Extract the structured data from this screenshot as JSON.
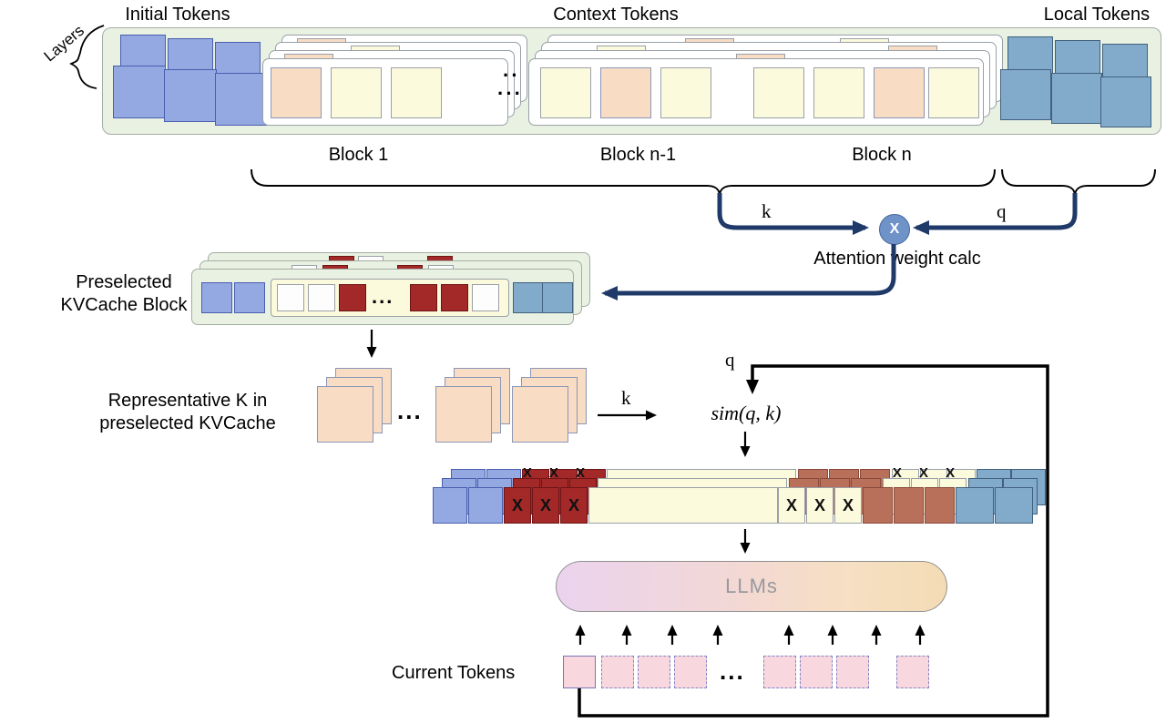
{
  "header": {
    "initial": "Initial Tokens",
    "context": "Context Tokens",
    "local": "Local Tokens",
    "layers": "Layers"
  },
  "blocks": {
    "b1": "Block 1",
    "bn_1": "Block n-1",
    "bn": "Block n"
  },
  "attention": {
    "k": "k",
    "q": "q",
    "x": "X",
    "caption": "Attention weight calc"
  },
  "preselected": {
    "line1": "Preselected",
    "line2": "KVCache Block",
    "ellipsis": "..."
  },
  "rep_k": {
    "line1": "Representative K in",
    "line2": "preselected KVCache",
    "ellipsis": "...",
    "k": "k"
  },
  "sim": {
    "q": "q",
    "expr": "sim(q, k)"
  },
  "marks": {
    "x": "X",
    "x_triplet": "X X X"
  },
  "llm": {
    "label": "LLMs"
  },
  "current": {
    "label": "Current Tokens",
    "ellipsis": "..."
  },
  "context_dots": {
    "top": "··",
    "bottom": "···"
  },
  "colors": {
    "periwinkle": "#94a8e2",
    "steel_blue": "#82aacb",
    "cream": "#fcfadc",
    "peach": "#f8dcc3",
    "container_green": "#e9f2e2",
    "maroon": "#a32828",
    "terracotta": "#b9705a",
    "navy_arrow": "#1f3968",
    "x_circle_blue": "#6f92c9",
    "llm_gradient_left": "#ebd3ee",
    "llm_gradient_right": "#f3dcb4",
    "current_pink": "#f8d8de"
  }
}
